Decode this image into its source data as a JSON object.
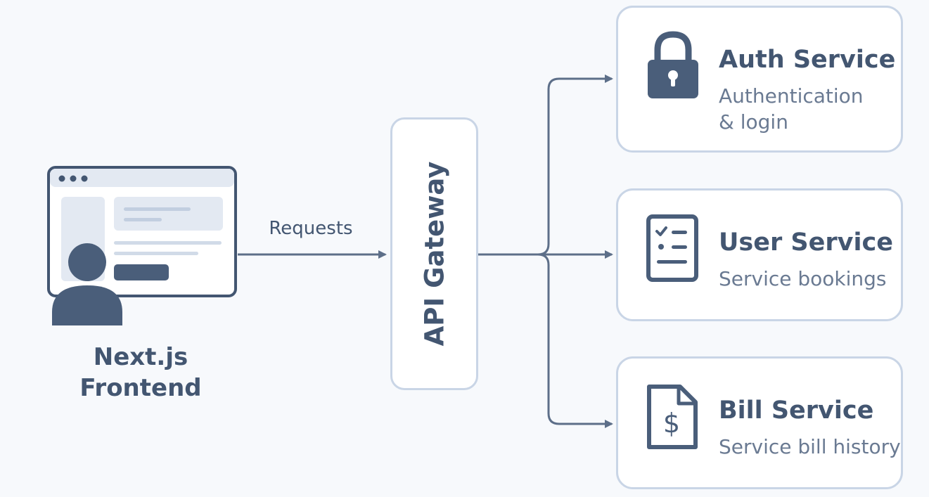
{
  "frontend": {
    "title_line1": "Next.js",
    "title_line2": "Frontend",
    "icon": "browser-with-user-icon"
  },
  "connector": {
    "label": "Requests"
  },
  "gateway": {
    "label": "API Gateway"
  },
  "services": [
    {
      "title": "Auth Service",
      "description_line1": "Authentication",
      "description_line2": "& login",
      "icon": "lock-icon"
    },
    {
      "title": "User Service",
      "description_line1": "Service bookings",
      "icon": "checklist-icon"
    },
    {
      "title": "Bill Service",
      "description_line1": "Service bill history",
      "icon": "bill-document-icon"
    }
  ],
  "colors": {
    "background": "#f7f9fc",
    "stroke": "#c9d5e6",
    "ink": "#435671",
    "arrow": "#5d6f89",
    "muted": "#6a7a92"
  }
}
